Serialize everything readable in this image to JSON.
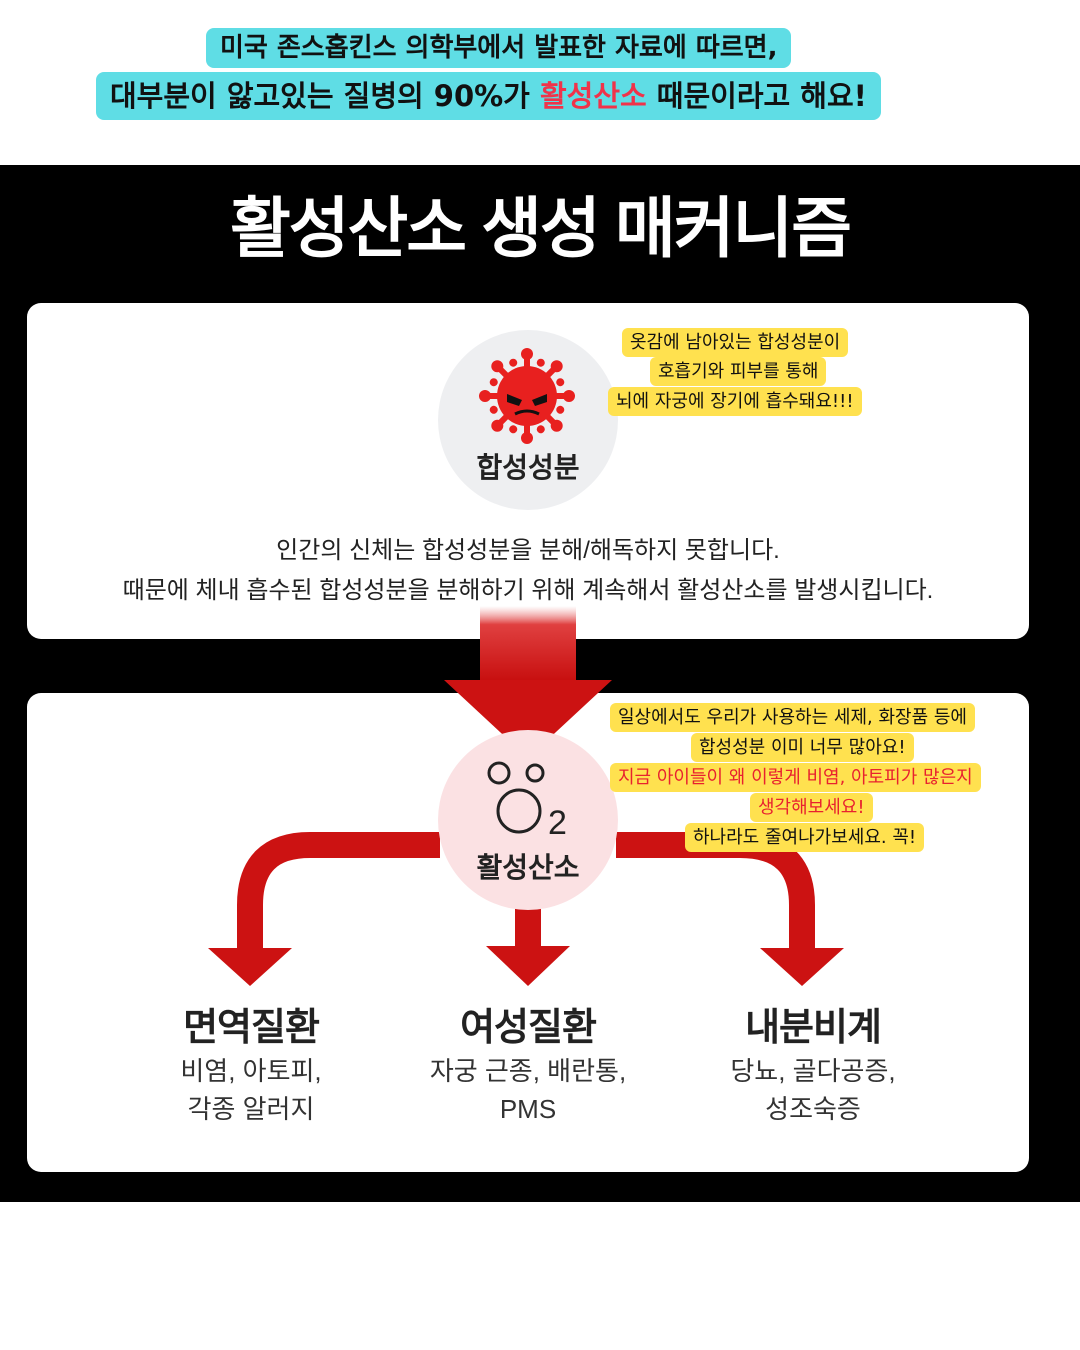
{
  "banner": {
    "line1": "미국 존스홉킨스 의학부에서 발표한 자료에 따르면,",
    "line2_before": "대부분이 앓고있는 질병의 90%가 ",
    "line2_highlight": "활성산소",
    "line2_after": " 때문이라고 해요!"
  },
  "title": "활성산소 생성 매커니즘",
  "top_card": {
    "circle_label": "합성성분",
    "icon": "virus-icon",
    "desc_line1": "인간의 신체는 합성성분을 분해/해독하지 못합니다.",
    "desc_line2": "때문에 체내 흡수된 합성성분을 분해하기 위해 계속해서 활성산소를 발생시킵니다.",
    "note_lines": [
      "옷감에 남아있는 합성성분이",
      "호흡기와 피부를 통해",
      "뇌에 자궁에 장기에 흡수돼요!!!"
    ]
  },
  "bottom_card": {
    "circle_label": "활성산소",
    "icon": "oxygen-bubbles-icon",
    "icon_subscript": "2",
    "note_lines": [
      "일상에서도 우리가 사용하는 세제, 화장품 등에",
      "합성성분 이미 너무 많아요!",
      "지금 아이들이 왜 이렇게 비염, 아토피가 많은지",
      "생각해보세요!",
      "하나라도 줄여나가보세요. 꼭!"
    ],
    "categories": [
      {
        "title": "면역질환",
        "desc_line1": "비염, 아토피,",
        "desc_line2": "각종 알러지"
      },
      {
        "title": "여성질환",
        "desc_line1": "자궁 근종, 배란통,",
        "desc_line2": "PMS"
      },
      {
        "title": "내분비계",
        "desc_line1": "당뇨, 골다공증,",
        "desc_line2": "성조숙증"
      }
    ]
  },
  "colors": {
    "banner_bg": "#5fdde5",
    "note_bg": "#ffe14f",
    "accent_red": "#d01616",
    "highlight_red": "#f0334a",
    "panel_bg": "#000000"
  }
}
